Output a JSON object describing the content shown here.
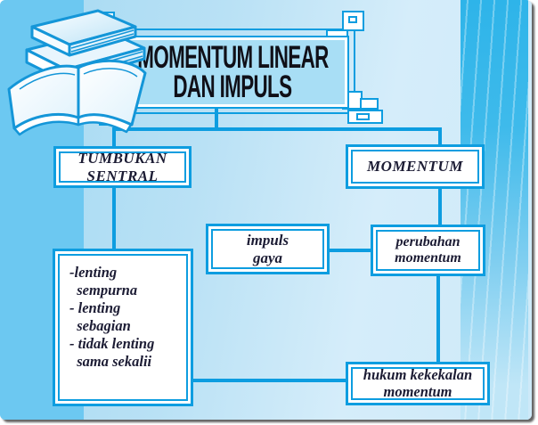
{
  "title": {
    "line1": "MOMENTUM LINEAR",
    "line2": "DAN IMPULS"
  },
  "nodes": {
    "tumbukan_sentral": {
      "line1": "TUMBUKAN",
      "line2": "SENTRAL"
    },
    "momentum": {
      "label": "MOMENTUM"
    },
    "impuls_gaya": {
      "line1": "impuls",
      "line2": "gaya"
    },
    "perubahan_momentum": {
      "line1": "perubahan",
      "line2": "momentum"
    },
    "hukum_kekekalan": {
      "line1": "hukum kekekalan",
      "line2": "momentum"
    },
    "jenis_tumbukan": {
      "lines": [
        "-lenting",
        "  sempurna",
        "- lenting",
        "  sebagian",
        "- tidak lenting",
        "  sama sekalii"
      ]
    }
  },
  "icons": {
    "books": "books-stack-and-open-book-illustration"
  },
  "palette": {
    "line_blue": "#0d9de0",
    "band_left_blue": "#6cc8f1",
    "band_right_cyan": "#2eb4e9",
    "background_light_blue": "#bfe4f6",
    "title_box_fill": "#a8def5",
    "node_fill": "#ffffff",
    "title_text": "#101018",
    "label_text": "#1c1c34",
    "frame_shadow": "#555555"
  }
}
